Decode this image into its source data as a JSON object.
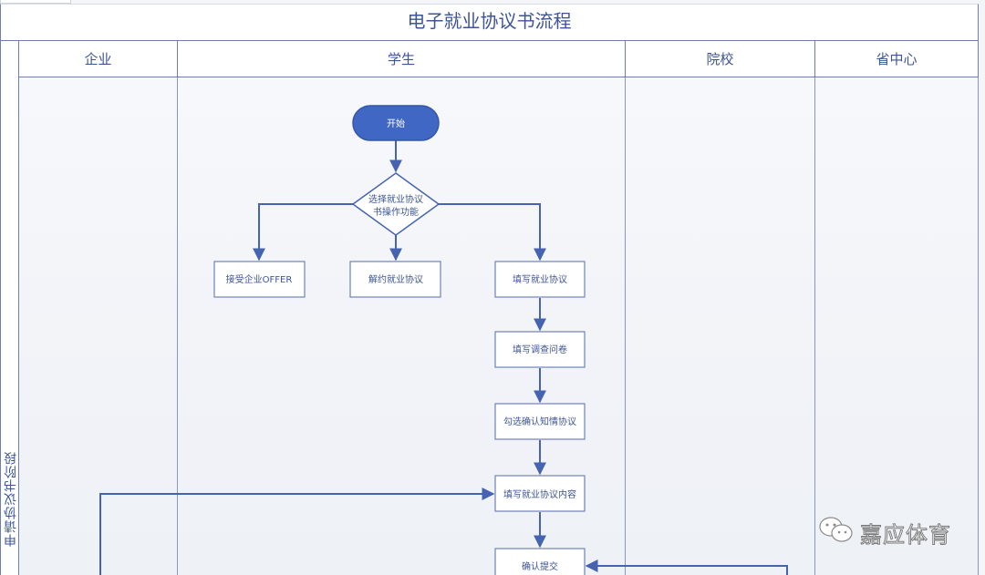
{
  "title": "电子就业协议书流程",
  "stage": "申请协议书阶段",
  "lanes": [
    {
      "label": "企业"
    },
    {
      "label": "学生"
    },
    {
      "label": "院校"
    },
    {
      "label": "省中心"
    }
  ],
  "nodes": {
    "start": "开始",
    "decision_line1": "选择就业协议",
    "decision_line2": "书操作功能",
    "accept_offer": "接受企业OFFER",
    "terminate": "解约就业协议",
    "fill_agreement": "填写就业协议",
    "fill_survey": "填写调查问卷",
    "check_consent": "勾选确认知情协议",
    "fill_content": "填写就业协议内容",
    "confirm_submit": "确认提交"
  },
  "colors": {
    "accent": "#4167c4",
    "line": "#4563b0",
    "text": "#3d5596"
  },
  "watermark": {
    "icon": "wechat-icon",
    "text": "嘉应体育"
  }
}
